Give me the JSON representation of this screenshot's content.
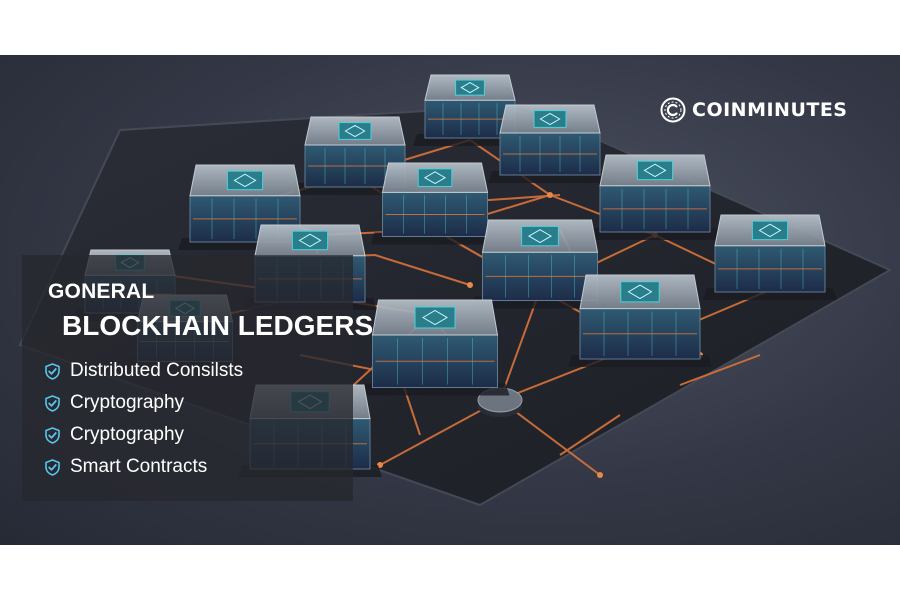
{
  "brand": {
    "name": "COINMINUTES",
    "icon": "c-circle-logo"
  },
  "panel": {
    "title_line1": "GONERAL",
    "title_line2": "BLOCKHAIN LEDGERS",
    "features": [
      {
        "label": "Distributed Consilsts",
        "icon": "shield-check-icon"
      },
      {
        "label": "Cryptography",
        "icon": "shield-check-icon"
      },
      {
        "label": "Cryptography",
        "icon": "shield-check-icon"
      },
      {
        "label": "Smart Contracts",
        "icon": "shield-check-icon"
      }
    ]
  },
  "colors": {
    "background": "#343846",
    "board": "#23262e",
    "trace": "#e07a3a",
    "node_glow": "#4fd0d8",
    "check": "#58c6ec"
  }
}
